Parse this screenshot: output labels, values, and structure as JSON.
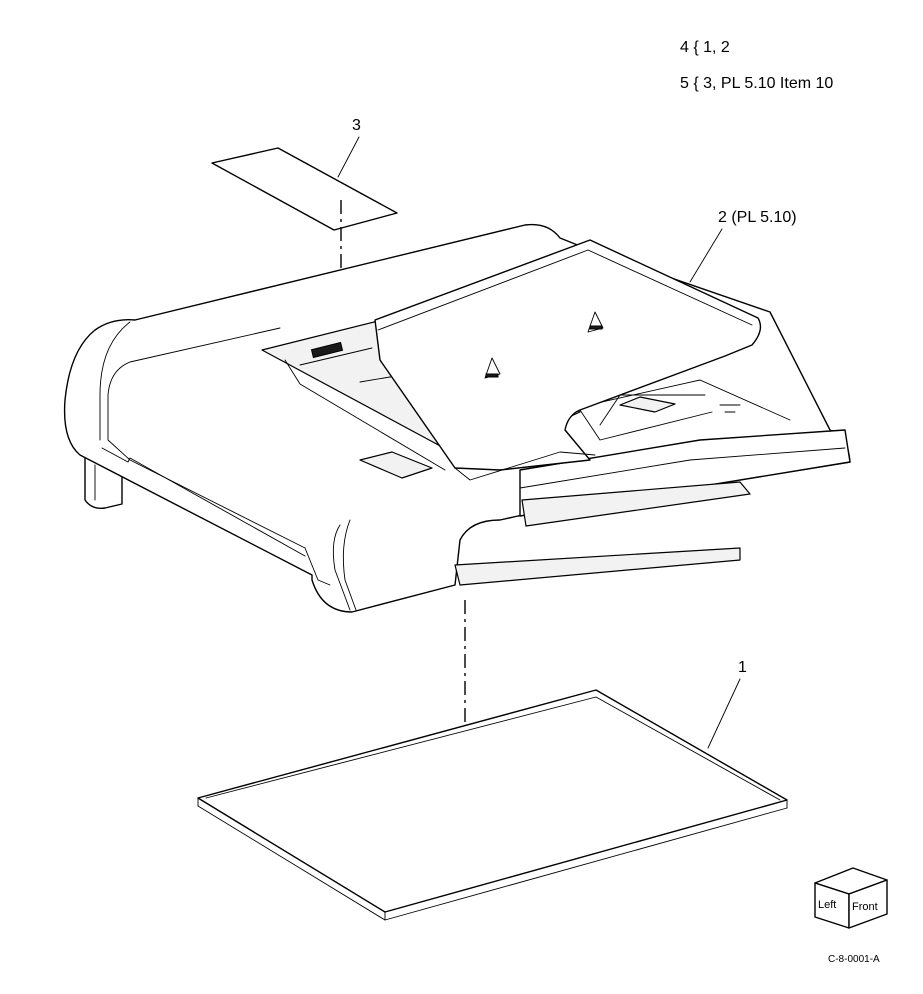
{
  "notes": [
    "4 { 1, 2",
    "5 { 3, PL 5.10 Item 10"
  ],
  "callouts": {
    "item1": "1",
    "item2": "2 (PL 5.10)",
    "item3": "3"
  },
  "orientation_cube": {
    "left": "Left",
    "front": "Front"
  },
  "figure_id": "C-8-0001-A"
}
